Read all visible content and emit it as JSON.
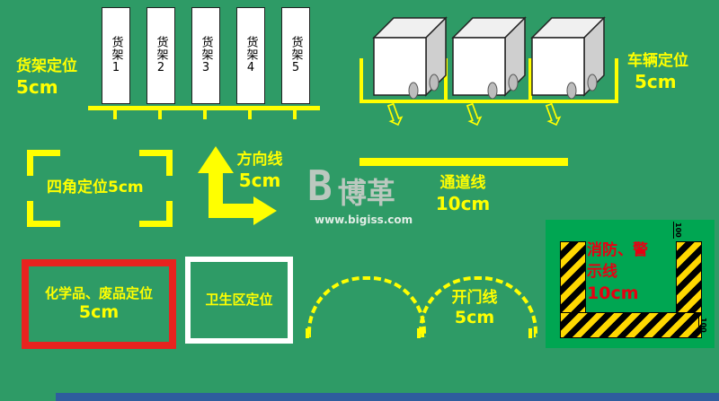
{
  "colors": {
    "background": "#2E9B66",
    "marking_yellow": "#FFFF00",
    "chemical_red": "#E8231F",
    "fire_panel_green": "#00A652",
    "fire_text_red": "#E60012",
    "hazard_yellow": "#FFD800",
    "hazard_black": "#000000",
    "blue_bar": "#2E5D9E"
  },
  "shelf_section": {
    "title": "货架定位",
    "size": "5cm",
    "shelves": [
      "货架1",
      "货架2",
      "货架3",
      "货架4",
      "货架5"
    ]
  },
  "vehicle_section": {
    "title": "车辆定位",
    "size": "5cm"
  },
  "corner_section": {
    "title": "四角定位",
    "size": "5cm"
  },
  "direction_section": {
    "title": "方向线",
    "size": "5cm"
  },
  "channel_section": {
    "title": "通道线",
    "size": "10cm"
  },
  "chemical_section": {
    "title": "化学品、废品定位",
    "size": "5cm"
  },
  "sanitation_section": {
    "title": "卫生区定位"
  },
  "door_section": {
    "title": "开门线",
    "size": "5cm"
  },
  "fire_section": {
    "title_line1": "消防、警",
    "title_line2": "示线",
    "size": "10cm",
    "dim_top": "100",
    "dim_bottom": "100"
  },
  "logo": {
    "mark": "B",
    "name": "博革",
    "url": "www.bigiss.com"
  },
  "icons": {
    "down_arrow": "⇩"
  }
}
